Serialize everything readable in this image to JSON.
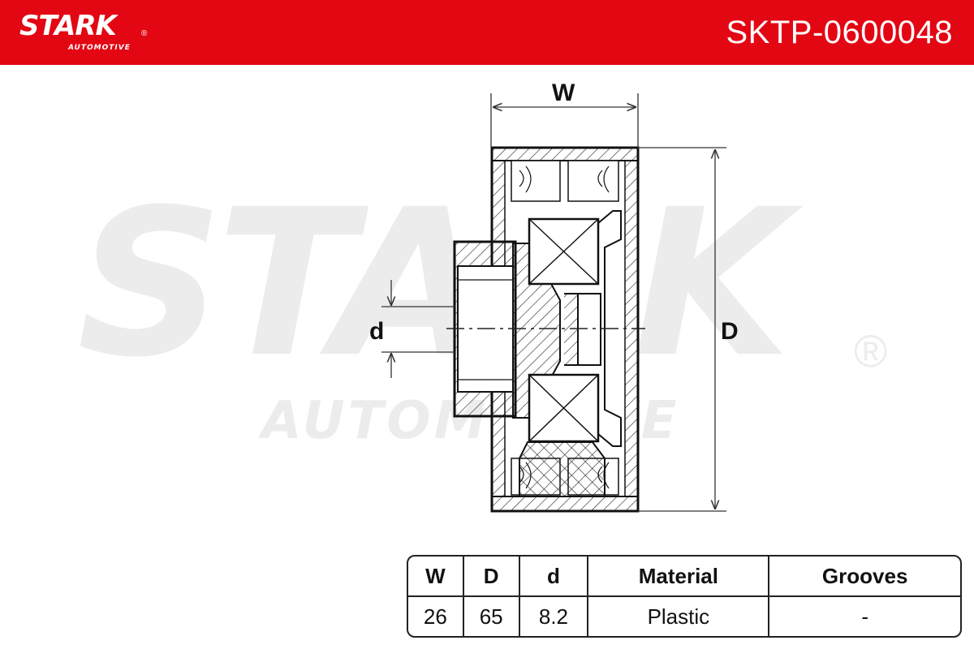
{
  "header": {
    "brand": "STARK",
    "brand_sub": "AUTOMOTIVE",
    "registered": "®",
    "part_number": "SKTP-0600048",
    "accent_color": "#e30613"
  },
  "watermark": {
    "main": "STARK",
    "sub": "AUTOMOTIVE",
    "registered": "®"
  },
  "drawing": {
    "dimension_labels": {
      "width": "W",
      "outer_diameter": "D",
      "bore_diameter": "d"
    }
  },
  "specs": {
    "headers": [
      "W",
      "D",
      "d",
      "Material",
      "Grooves"
    ],
    "values": [
      "26",
      "65",
      "8.2",
      "Plastic",
      "-"
    ]
  }
}
